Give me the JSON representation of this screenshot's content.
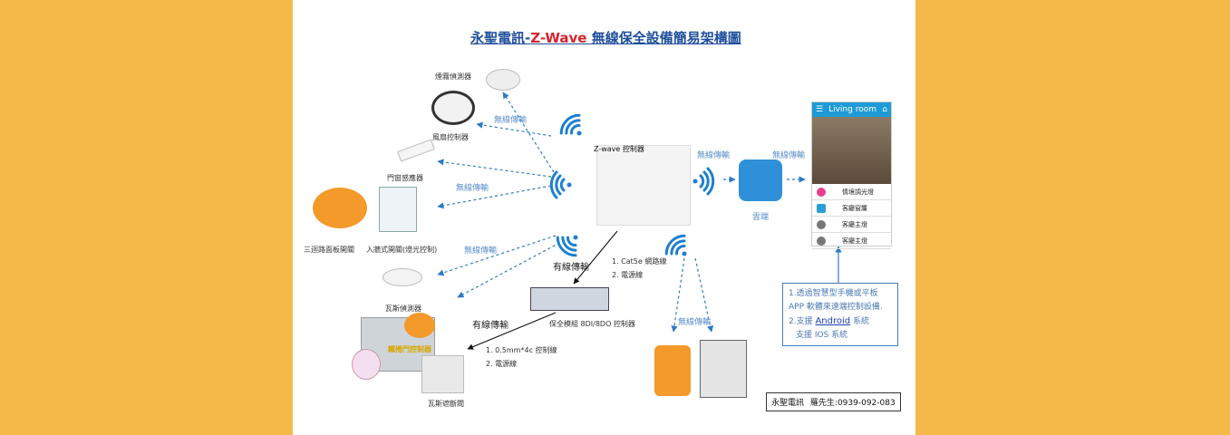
{
  "title": {
    "prefix": "永聖電訊-",
    "brand": "Z-Wave",
    "suffix": " 無線保全設備簡易架構圖"
  },
  "devices": {
    "smoke": "煙霧偵測器",
    "fan": "風扇控制器",
    "door_sensor": "門窗感應器",
    "panel_switch": "三迴路面板開關",
    "in_wall": "入牆式開關(燈光控制)",
    "gas_detector": "瓦斯偵測器",
    "door_ctrl": "鐵捲門控制器",
    "gas_valve": "瓦斯遮斷閥",
    "controller": "Z-wave 控制器",
    "cloud": "雲端",
    "security_module": "保全模組  8DI/8DO 控制器"
  },
  "links": {
    "wireless": "無線傳輸",
    "wired": "有線傳輸",
    "cable_a1": "1. Cat5e  網路線",
    "cable_a2": "2. 電源線",
    "cable_b1": "1. 0.5mm*4c 控制線",
    "cable_b2": "2. 電源線"
  },
  "phone": {
    "header": "Living room",
    "rows": [
      "情境調光燈",
      "客廳窗簾",
      "客廳主燈",
      "客廳主燈"
    ],
    "row_colors": [
      "#e83e8c",
      "#2a9fd6",
      "#777777",
      "#777777"
    ]
  },
  "info": {
    "line1": "1.透過智慧型手機或平板",
    "line2": "APP 軟體來遠端控制設備.",
    "line3_a": "2.支援  ",
    "line3_b": "Android",
    "line3_c": "  系統",
    "line4": "支援  IOS  系統"
  },
  "contact": {
    "company": "永聖電訊",
    "person": "羅先生:",
    "phone": "0939-092-083"
  },
  "colors": {
    "background": "#f5b94a",
    "accent_blue": "#1f4e9c",
    "brand_red": "#d9232d",
    "wifi_blue": "#1e7fd0",
    "cloud_blue": "#2f8fd8"
  }
}
